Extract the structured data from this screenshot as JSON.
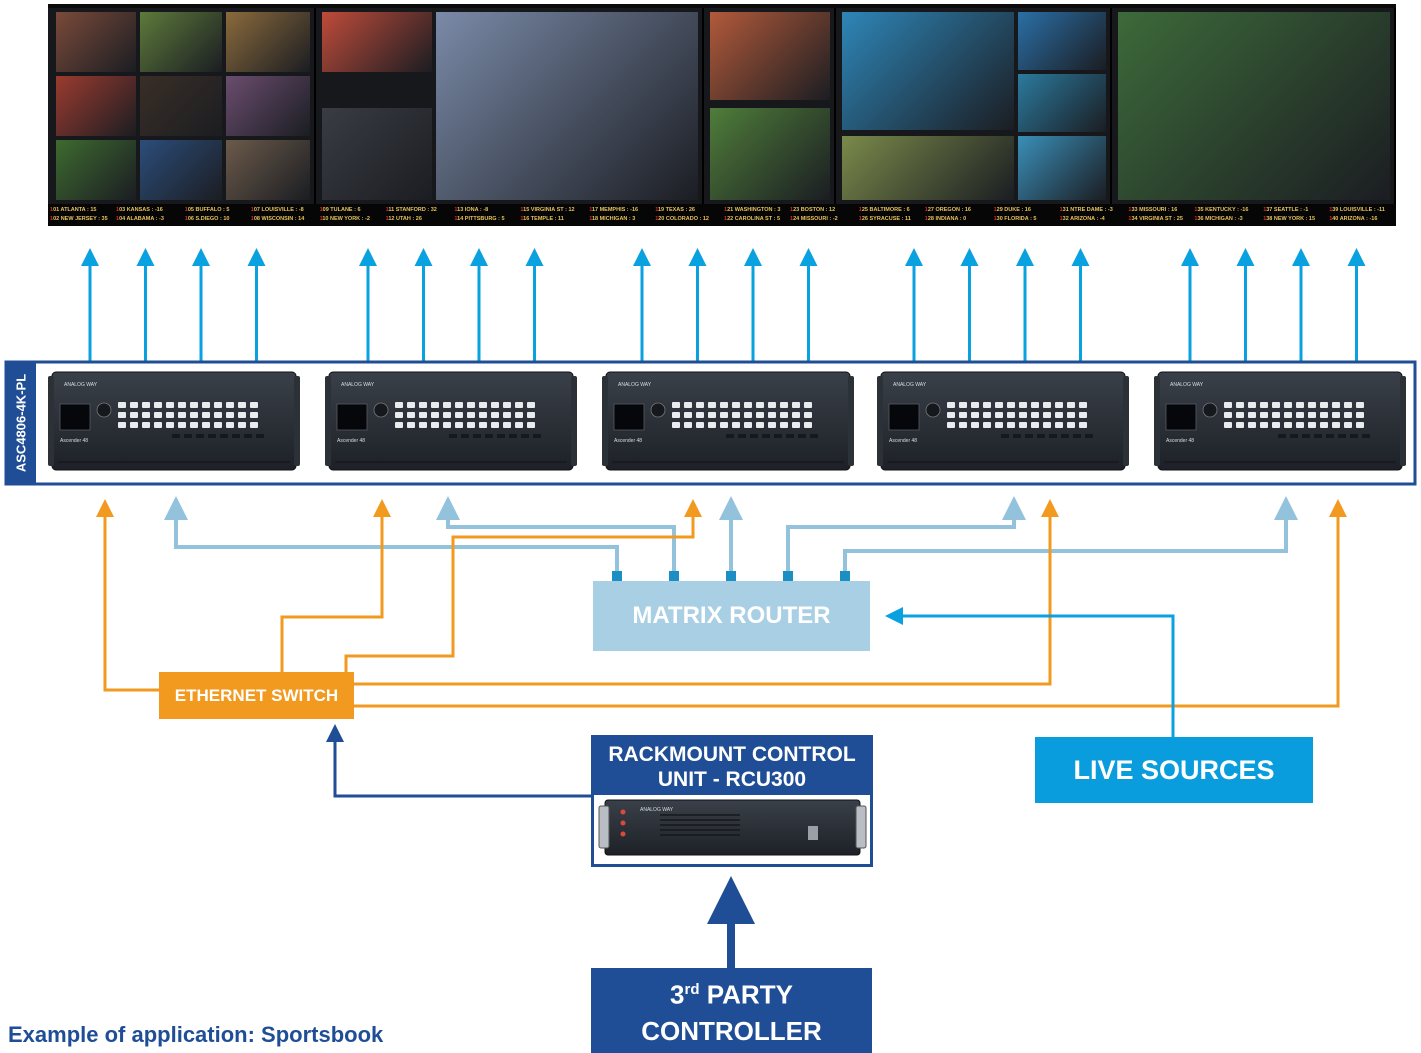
{
  "video_wall": {
    "tickers": [
      [
        "101 ATLANTA : 15",
        "102 NEW JERSEY : 35"
      ],
      [
        "103 KANSAS : -16",
        "104 ALABAMA : -3"
      ],
      [
        "105 BUFFALO : 5",
        "106 S.DIEGO : 10"
      ],
      [
        "107 LOUISVILLE : -8",
        "108 WISCONSIN : 14"
      ],
      [
        "109 TULANE : 6",
        "110 NEW YORK : -2"
      ],
      [
        "111 STANFORD : 32",
        "112 UTAH : 26"
      ],
      [
        "113 IONA : -8",
        "114 PITTSBURG : 5"
      ],
      [
        "115 VIRGINIA ST : 12",
        "116 TEMPLE : 11"
      ],
      [
        "117 MEMPHIS : -16",
        "118 MICHIGAN : 3"
      ],
      [
        "119 TEXAS : 26",
        "120 COLORADO : 12"
      ],
      [
        "121 WASHINGTON : 3",
        "122 CAROLINA ST : 5"
      ],
      [
        "123 BOSTON : 12",
        "124 MISSOURI : -2"
      ],
      [
        "125 BALTIMORE : 6",
        "126 SYRACUSE : 11"
      ],
      [
        "127 OREGON : 16",
        "128 INDIANA : 0"
      ],
      [
        "129 DUKE : 16",
        "130 FLORIDA : 5"
      ],
      [
        "131 NTRE DAME : -3",
        "132 ARIZONA : -4"
      ],
      [
        "133 MISSOURI : 16",
        "134 VIRGINIA ST : 25"
      ],
      [
        "135 KENTUCKY : -16",
        "136 MICHIGAN : -3"
      ],
      [
        "137 SEATTLE : -1",
        "138 NEW YORK : 15"
      ],
      [
        "139 LOUISVILLE : -11",
        "140 ARIZONA : -16"
      ]
    ]
  },
  "processor_row": {
    "label": "ASC4806-4K-PL",
    "units": [
      {
        "brand": "ANALOG WAY",
        "model": "Ascender 48"
      },
      {
        "brand": "ANALOG WAY",
        "model": "Ascender 48"
      },
      {
        "brand": "ANALOG WAY",
        "model": "Ascender 48"
      },
      {
        "brand": "ANALOG WAY",
        "model": "Ascender 48"
      },
      {
        "brand": "ANALOG WAY",
        "model": "Ascender 48"
      }
    ]
  },
  "matrix_router": {
    "label": "MATRIX ROUTER"
  },
  "ethernet_switch": {
    "label": "ETHERNET SWITCH"
  },
  "rcu": {
    "line1": "RACKMOUNT CONTROL",
    "line2": "UNIT - RCU300",
    "brand": "ANALOG WAY"
  },
  "live_sources": {
    "label": "LIVE SOURCES"
  },
  "third_party": {
    "line1_main": "3",
    "line1_sup": "rd",
    "line1_rest": " PARTY",
    "line2": "CONTROLLER"
  },
  "caption": "Example of application: Sportsbook",
  "colors": {
    "dark_blue": "#1f4e96",
    "light_blue": "#0aa1e0",
    "pale_blue": "#92c2dc",
    "router_box": "#a9cfe4",
    "orange": "#f29a1f",
    "switch_box": "#f29a1f",
    "live_box": "#0a9ddd",
    "controller_box": "#1f4e96"
  }
}
